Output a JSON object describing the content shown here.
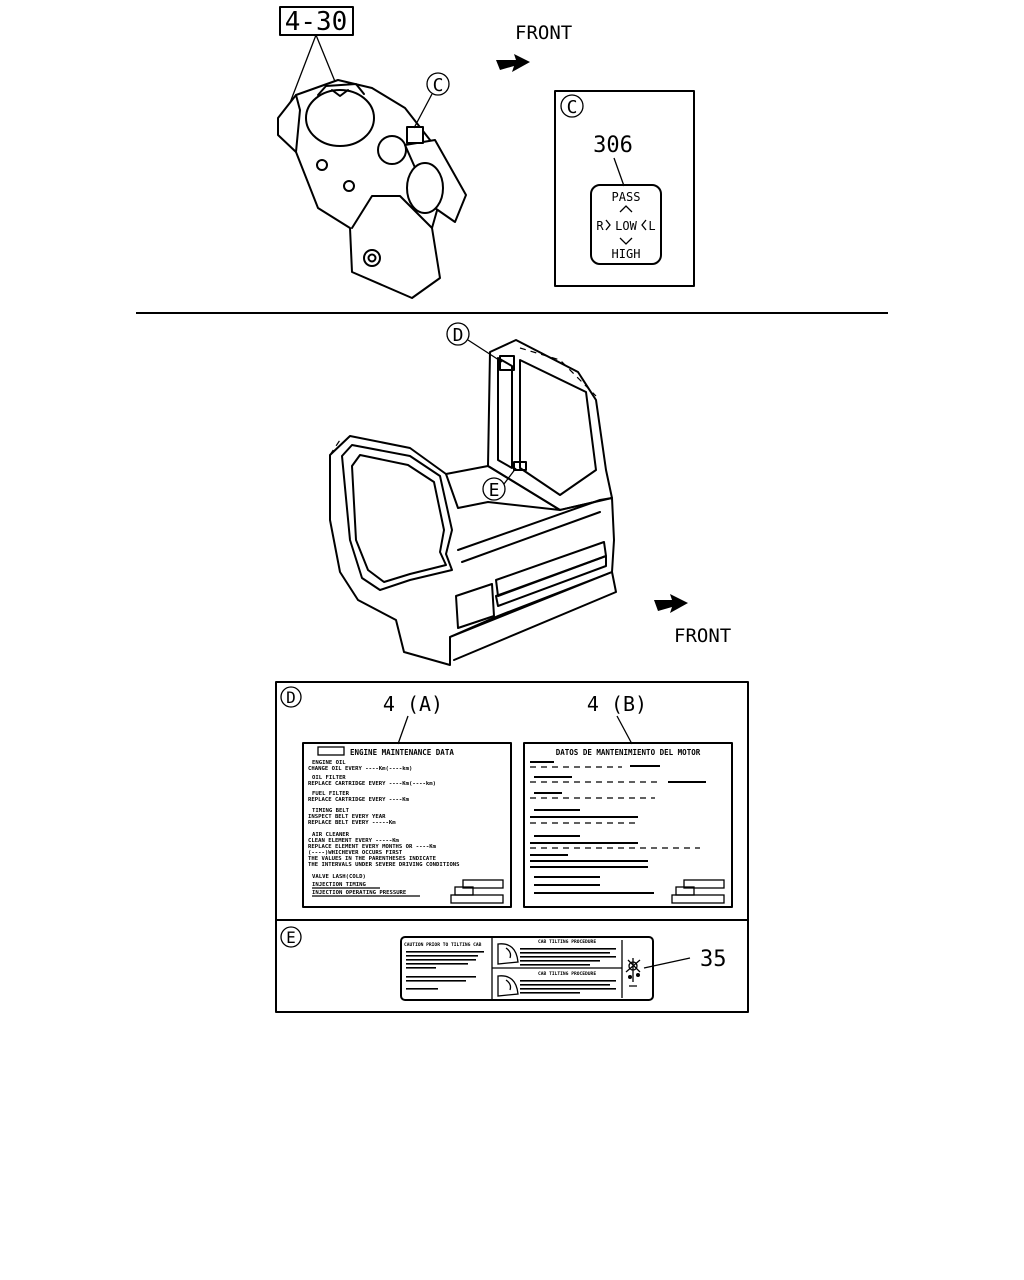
{
  "callouts": {
    "ref_4_30": "4-30",
    "front_top": "FRONT",
    "front_mid": "FRONT",
    "circle_c_a": "C",
    "circle_c_b": "C",
    "circle_d_a": "D",
    "circle_e_a": "E",
    "circle_d_b": "D",
    "circle_e_b": "E",
    "part_306": "306",
    "part_4a": "4 (A)",
    "part_4b": "4 (B)",
    "part_35": "35"
  },
  "switch_label": {
    "pass": "PASS",
    "r": "R",
    "low": "LOW",
    "l": "L",
    "high": "HIGH"
  },
  "label_4a": {
    "title": "ENGINE MAINTENANCE DATA",
    "lines": [
      "ENGINE OIL",
      "CHANGE OIL EVERY ----Km(----km)",
      "OIL FILTER",
      "REPLACE CARTRIDGE EVERY ----Km(----km)",
      "FUEL FILTER",
      "REPLACE CARTRIDGE EVERY ----Km",
      "TIMING BELT",
      "INSPECT BELT EVERY YEAR",
      "REPLACE BELT EVERY -----Km",
      "AIR CLEANER",
      "CLEAN ELEMENT EVERY -----Km",
      "REPLACE ELEMENT EVERY  MONTHS OR ----Km",
      "(----)WHICHEVER OCCURS FIRST",
      "THE VALUES IN THE PARENTHESES INDICATE",
      "THE INTERVALS UNDER SEVERE DRIVING CONDITIONS",
      "VALVE LASH(COLD)",
      "INJECTION TIMING",
      "INJECTION OPERATING PRESSURE"
    ]
  },
  "label_4b": {
    "title": "DATOS DE MANTENIMIENTO DEL MOTOR"
  },
  "label_35": {
    "left_title": "CAUTION PRIOR TO TILTING CAB",
    "top_title": "CAB TILTING PROCEDURE",
    "bottom_title": "CAB TILTING PROCEDURE"
  }
}
